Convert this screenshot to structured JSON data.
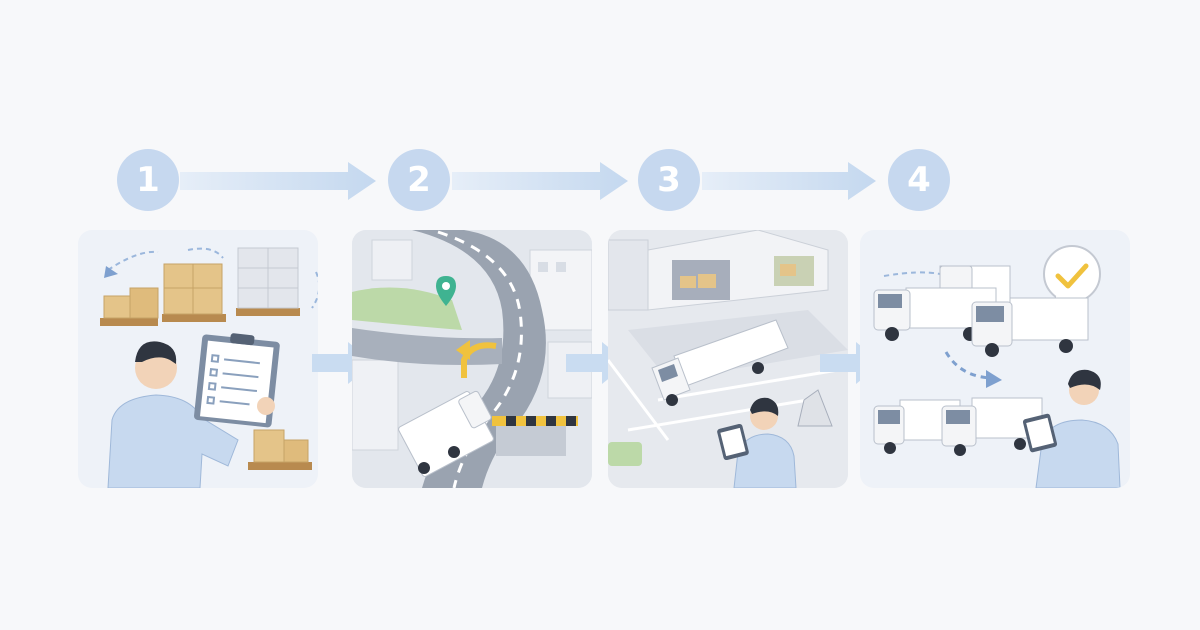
{
  "steps": [
    {
      "number": "1"
    },
    {
      "number": "2"
    },
    {
      "number": "3"
    },
    {
      "number": "4"
    }
  ],
  "colors": {
    "background": "#f7f8fa",
    "circle": "#c6d8ef",
    "arrow": "#c9dcf1",
    "box": "#e4c489",
    "truck": "#ffffff",
    "check": "#f0c23e",
    "shirt": "#c7d9ef",
    "pin": "#3fb391",
    "barrier": "#f0c23e"
  },
  "icons": [
    "boxes-icon",
    "clipboard-icon",
    "map-pin-icon",
    "truck-icon",
    "warehouse-icon",
    "checkmark-icon",
    "tablet-icon"
  ]
}
